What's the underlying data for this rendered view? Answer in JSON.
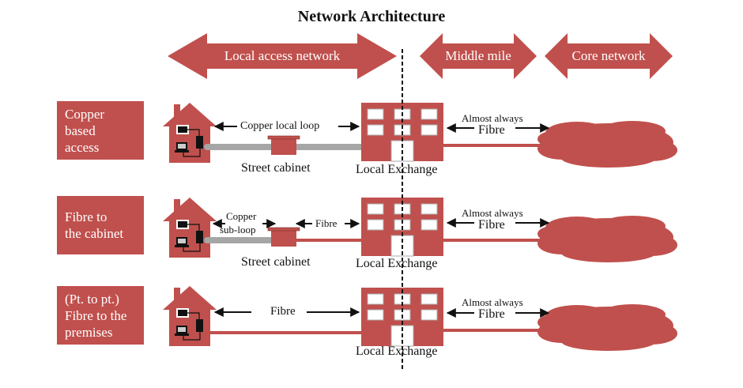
{
  "title": "Network Architecture",
  "colors": {
    "accent": "#c0504d",
    "cable": "#a6a6a6",
    "text": "#111111"
  },
  "segments": [
    {
      "label": "Local access network"
    },
    {
      "label": "Middle mile"
    },
    {
      "label": "Core network"
    }
  ],
  "rows": [
    {
      "label_lines": [
        "Copper",
        "based",
        "access"
      ],
      "house_link_label": "Copper local loop",
      "cabinet_label": "Street cabinet",
      "exchange_label": "Local Exchange",
      "middle_top": "Almost always",
      "middle_bottom": "Fibre"
    },
    {
      "label_lines": [
        "Fibre to",
        "the cabinet"
      ],
      "subloop_top": "Copper",
      "subloop_bottom": "sub-loop",
      "cabinet_link_label": "Fibre",
      "cabinet_label": "Street cabinet",
      "exchange_label": "Local Exchange",
      "middle_top": "Almost always",
      "middle_bottom": "Fibre"
    },
    {
      "label_lines": [
        "(Pt. to pt.)",
        "Fibre to the",
        "premises"
      ],
      "house_link_label": "Fibre",
      "exchange_label": "Local Exchange",
      "middle_top": "Almost always",
      "middle_bottom": "Fibre"
    }
  ],
  "icons": [
    "house-icon",
    "telephone-icon",
    "laptop-icon",
    "modem-icon",
    "street-cabinet-icon",
    "exchange-building-icon",
    "core-network-cloud-icon",
    "double-arrow-icon"
  ]
}
